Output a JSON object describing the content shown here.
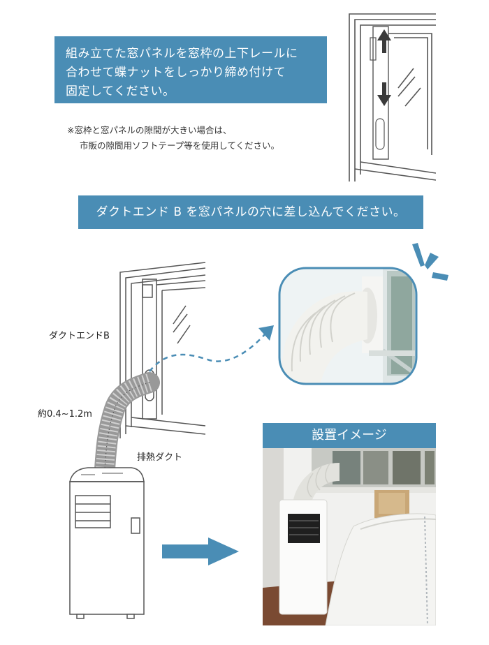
{
  "instructions": {
    "step1_lines": [
      "組み立てた窓パネルを窓枠の上下レールに",
      "合わせて蝶ナットをしっかり締め付けて",
      "固定してください。"
    ],
    "note_lines": [
      "※窓枠と窓パネルの隙間が大きい場合は、",
      "市販の隙間用ソフトテープ等を使用してください。"
    ],
    "step2": "ダクトエンド B を窓パネルの穴に差し込んでください。"
  },
  "diagram": {
    "label_duct_end": "ダクトエンドB",
    "label_length": "約0.4~1.2m",
    "label_exhaust_duct": "排熱ダクト"
  },
  "install_image": {
    "title": "設置イメージ"
  },
  "colors": {
    "banner": "#4a8db5",
    "accent_arrow": "#4a8db5",
    "frame_line": "#555555"
  }
}
